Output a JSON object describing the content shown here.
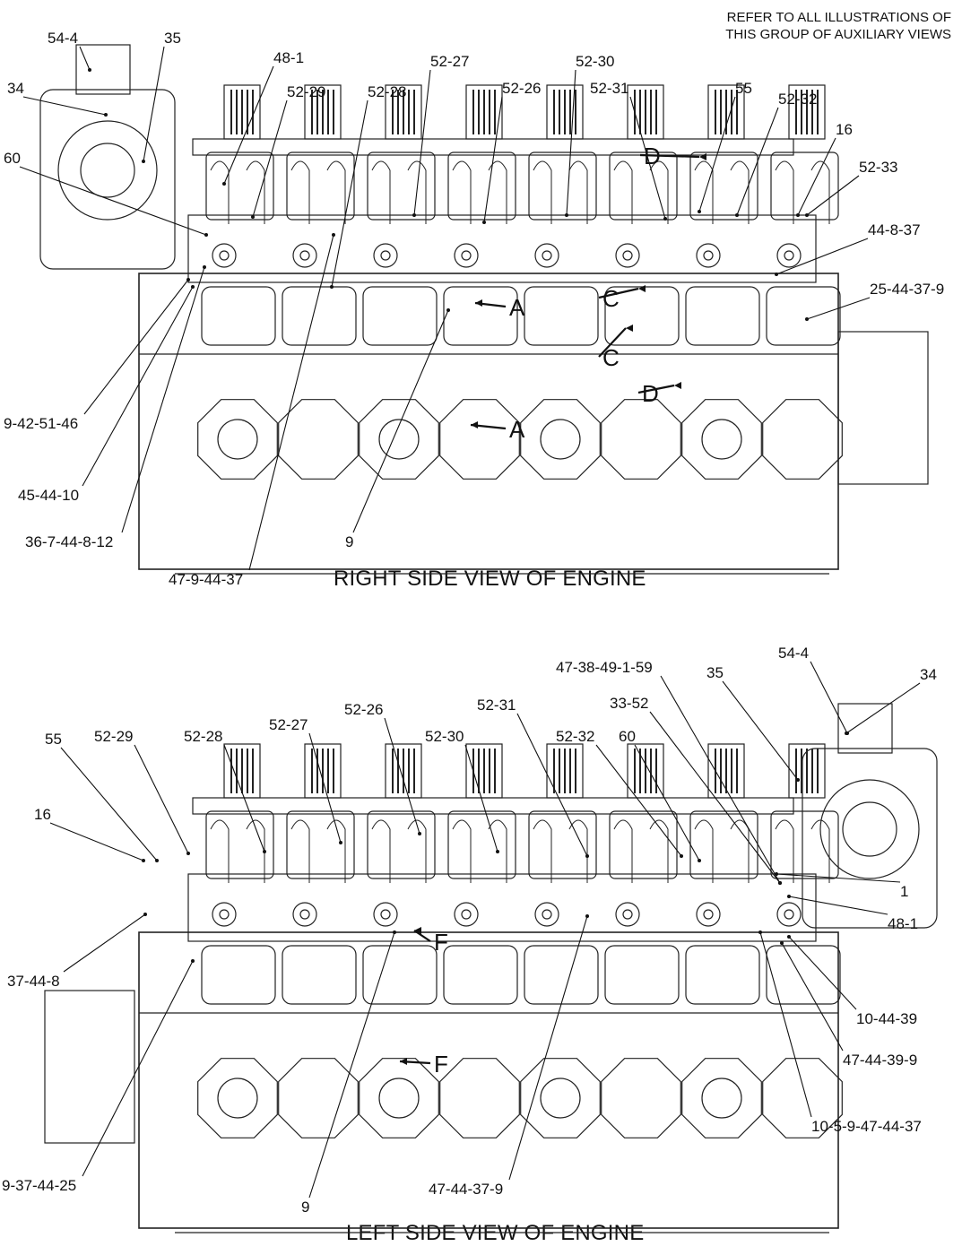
{
  "note": "REFER TO ALL ILLUSTRATIONS OF\nTHIS GROUP OF AUXILIARY VIEWS",
  "right_view": {
    "title": "RIGHT SIDE VIEW OF ENGINE",
    "callouts": [
      "54-4",
      "35",
      "34",
      "48-1",
      "52-29",
      "52-28",
      "52-27",
      "52-26",
      "52-30",
      "52-31",
      "55",
      "52-32",
      "16",
      "52-33",
      "60",
      "44-8-37",
      "25-44-37-9",
      "9-42-51-46",
      "45-44-10",
      "36-7-44-8-12",
      "47-9-44-37",
      "9"
    ],
    "section_markers": [
      "A",
      "A",
      "C",
      "C",
      "D",
      "D"
    ]
  },
  "left_view": {
    "title": "LEFT SIDE VIEW OF ENGINE",
    "callouts": [
      "54-4",
      "34",
      "47-38-49-1-59",
      "35",
      "33-52",
      "52-31",
      "52-26",
      "52-27",
      "52-28",
      "52-29",
      "55",
      "52-30",
      "52-32",
      "60",
      "16",
      "1",
      "48-1",
      "37-44-8",
      "10-44-39",
      "47-44-39-9",
      "10-5-9-47-44-37",
      "9-37-44-25",
      "9",
      "47-44-37-9"
    ],
    "section_markers": [
      "F",
      "F"
    ]
  }
}
